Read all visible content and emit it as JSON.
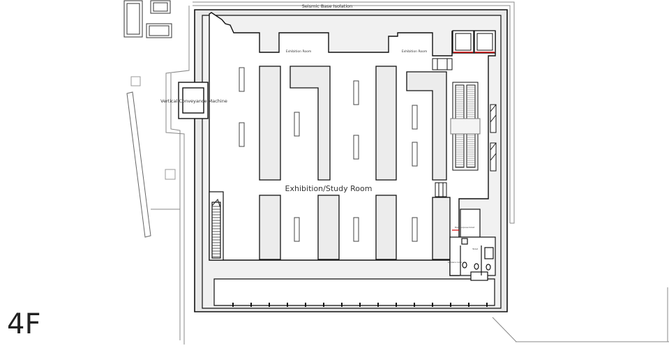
{
  "floor_label": "4F",
  "labels": {
    "seismic": "Seismic Base Isolation",
    "exhibition_room_1": "Exhibition Room",
    "exhibition_room_2": "Exhibition Room",
    "vertical_conveyance": "Vertical Conveyance Machine",
    "exhibition_study": "Exhibition/Study Room",
    "toilet_top": "Multipurpose toilet",
    "toilet_mid": "Toilet",
    "toilet_left": "Lockers room"
  },
  "colors": {
    "floor_fill": "#f0f0f0",
    "wall": "#111111",
    "accent": "#d40000"
  }
}
